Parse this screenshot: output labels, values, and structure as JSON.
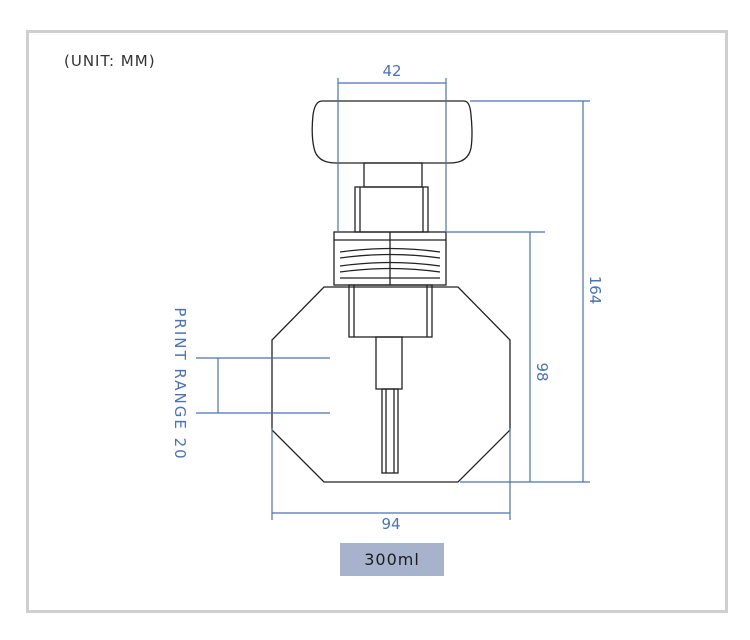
{
  "unit_label": "(UNIT: MM)",
  "dimensions": {
    "neck_width": "42",
    "total_height": "164",
    "body_height": "98",
    "body_width": "94",
    "print_range": "PRINT RANGE 20"
  },
  "capacity_label": "300ml",
  "colors": {
    "dimension_line": "#4a72b8",
    "outline": "#222222",
    "frame": "#cfcfcf",
    "capacity_box": "#a7b3cd"
  }
}
